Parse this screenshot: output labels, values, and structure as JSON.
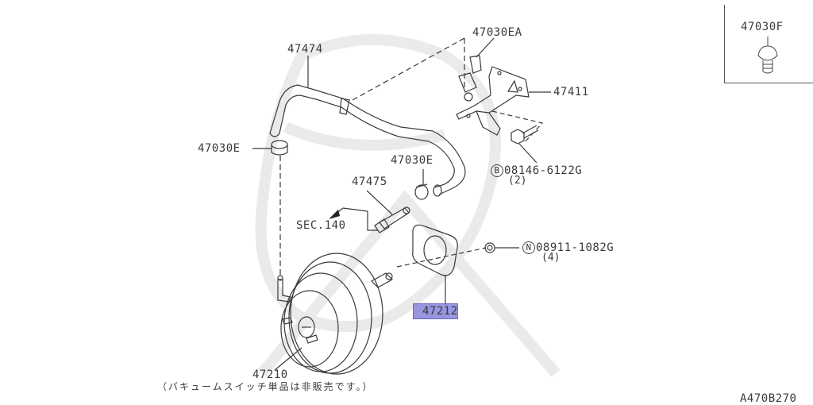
{
  "diagram": {
    "type": "exploded-parts-diagram",
    "subject": "Brake booster (master vac) assembly",
    "figure_code": "A470B270",
    "highlighted_part": "47212",
    "highlight_color": "#8c8cde",
    "line_color": "#3a3a3a",
    "inset": {
      "label": "47030F"
    },
    "callouts": [
      {
        "id": "47474",
        "label": "47474"
      },
      {
        "id": "47030EA",
        "label": "47030EA"
      },
      {
        "id": "47411",
        "label": "47411"
      },
      {
        "id": "47030E-left",
        "label": "47030E"
      },
      {
        "id": "47030E-right",
        "label": "47030E"
      },
      {
        "id": "47475",
        "label": "47475"
      },
      {
        "id": "sec140",
        "label": "SEC.140"
      },
      {
        "id": "bolt",
        "symbol": "B",
        "label": "08146-6122G",
        "qty": "(2)"
      },
      {
        "id": "nut",
        "symbol": "N",
        "label": "08911-1082G",
        "qty": "(4)"
      },
      {
        "id": "47212",
        "label": "47212"
      },
      {
        "id": "47210",
        "label": "47210",
        "note": "（バキュームスイッチ単品は非販売です。）"
      }
    ]
  }
}
